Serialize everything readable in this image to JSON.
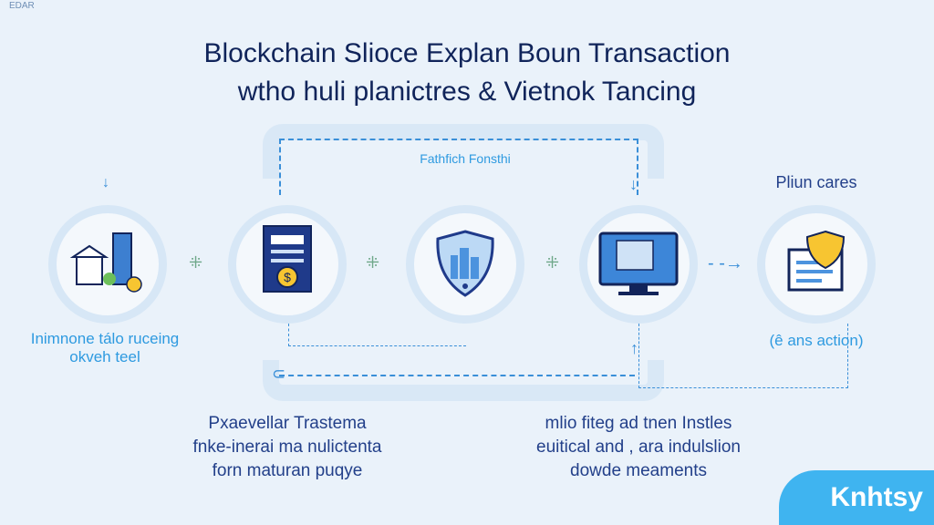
{
  "corner_mark": "EDAR",
  "title": {
    "line1": "Blockchain Slioce Explan Boun Transaction",
    "line2": "wtho huli planictres & Vietnok Tancing"
  },
  "flow_label": "Fathfich Fonsthi",
  "steps": [
    {
      "icon": "buildings-icon",
      "label_lines": [
        "Inimnone tálo ruceing",
        "okveh teel"
      ]
    },
    {
      "icon": "document-dollar-icon"
    },
    {
      "icon": "shield-city-icon"
    },
    {
      "icon": "monitor-icon"
    },
    {
      "icon": "document-shield-icon",
      "top_label": "Pliun cares",
      "label_lines": [
        "(ê ans action)"
      ]
    }
  ],
  "descriptions": [
    [
      "Pxaevellar Trastema",
      "fnke-inerai ma nulictenta",
      "forn maturan puqye"
    ],
    [
      "mlio fiteg ad tnen Instles",
      "euitical and , ara indulslion",
      "dowde meaments"
    ]
  ],
  "brand": "Knhtsy",
  "colors": {
    "title": "#10245a",
    "accent": "#2e9ae0",
    "track": "#d9e8f6",
    "brand": "#3fb4f0"
  }
}
